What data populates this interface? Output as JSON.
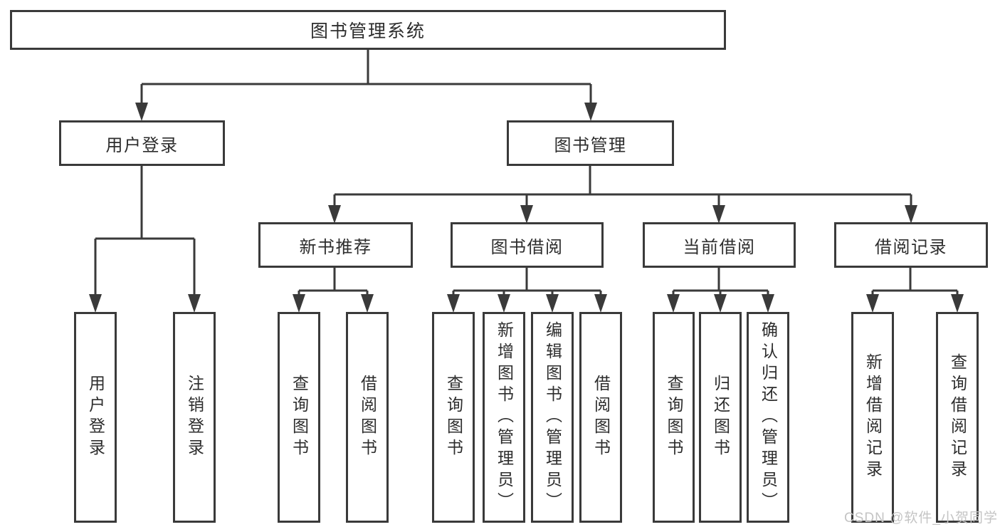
{
  "colors": {
    "line": "#3a3a3a",
    "text": "#2d2d2d",
    "watermark": "#c4c4c4",
    "background": "#ffffff"
  },
  "watermark": {
    "text": "CSDN @软件_小贺同学"
  },
  "diagram": {
    "type": "hierarchy-tree",
    "root": {
      "label": "图书管理系统",
      "children": [
        {
          "label": "用户登录",
          "children": [
            {
              "label": "用户登录"
            },
            {
              "label": "注销登录"
            }
          ]
        },
        {
          "label": "图书管理",
          "children": [
            {
              "label": "新书推荐",
              "children": [
                {
                  "label": "查询图书"
                },
                {
                  "label": "借阅图书"
                }
              ]
            },
            {
              "label": "图书借阅",
              "children": [
                {
                  "label": "查询图书"
                },
                {
                  "label": "新增图书（管理员）"
                },
                {
                  "label": "编辑图书（管理员）"
                },
                {
                  "label": "借阅图书"
                }
              ]
            },
            {
              "label": "当前借阅",
              "children": [
                {
                  "label": "查询图书"
                },
                {
                  "label": "归还图书"
                },
                {
                  "label": "确认归还（管理员）"
                }
              ]
            },
            {
              "label": "借阅记录",
              "children": [
                {
                  "label": "新增借阅记录"
                },
                {
                  "label": "查询借阅记录"
                }
              ]
            }
          ]
        }
      ]
    }
  }
}
